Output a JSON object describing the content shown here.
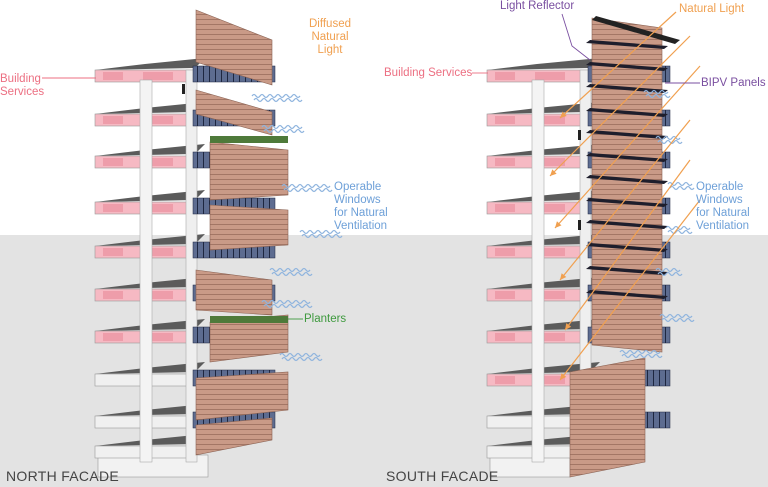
{
  "north": {
    "title": "NORTH FACADE",
    "light_label": [
      "Diffused",
      "Natural",
      "Light"
    ],
    "services_label": [
      "Building",
      "Services"
    ],
    "windows_label": [
      "Operable",
      "Windows",
      "for Natural",
      "Ventilation"
    ],
    "planters_label": "Planters"
  },
  "south": {
    "title": "SOUTH FACADE",
    "reflector_label": "Light Reflector",
    "light_label": "Natural Light",
    "services_label": "Building Services",
    "bipv_label": "BIPV Panels",
    "windows_label": [
      "Operable",
      "Windows",
      "for Natural",
      "Ventilation"
    ]
  },
  "colors": {
    "orange": "#f0a050",
    "pink": "#ec6f82",
    "blue": "#6ea0d8",
    "green": "#3f9a3f",
    "purple": "#7a4fa0",
    "wood": "#c89a86",
    "glass": "#4a5878",
    "slab": "#5a5a5a",
    "services": "#f4b2bd"
  }
}
